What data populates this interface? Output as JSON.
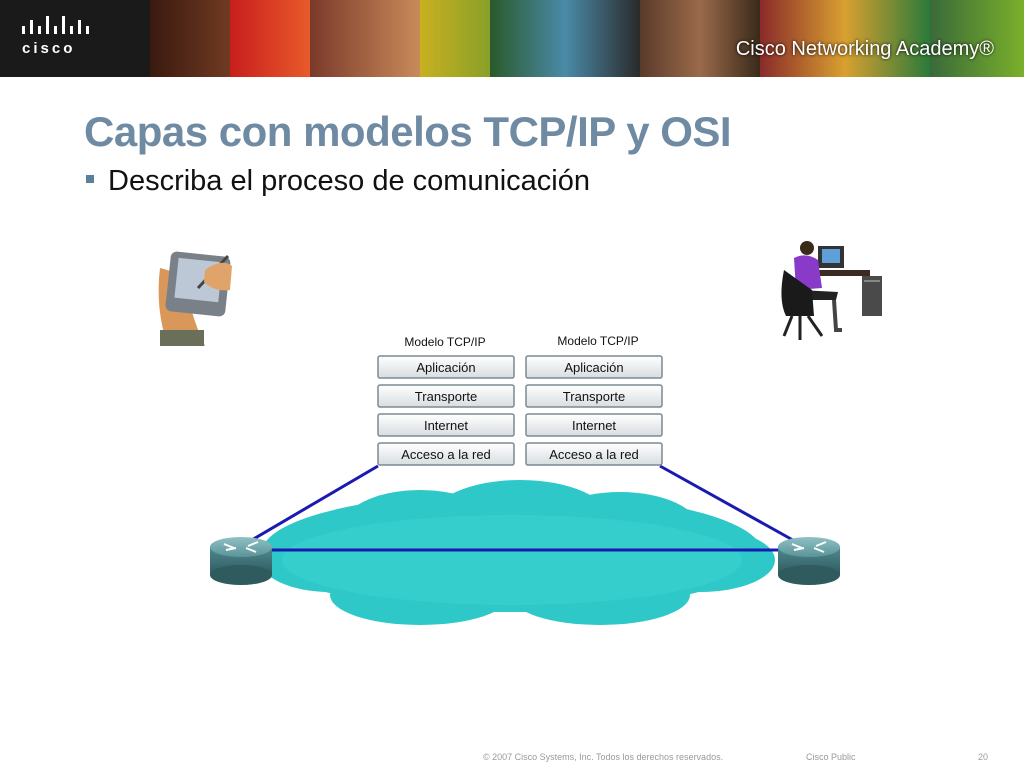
{
  "header": {
    "logo_text": "cisco",
    "academy_label": "Cisco Networking Academy®"
  },
  "slide": {
    "title": "Capas con modelos TCP/IP y OSI",
    "bullet": "Describa el proceso de comunicación"
  },
  "diagram": {
    "left_stack": {
      "heading": "Modelo TCP/IP",
      "layers": [
        "Aplicación",
        "Transporte",
        "Internet",
        "Acceso a la red"
      ]
    },
    "right_stack": {
      "heading": "Modelo TCP/IP",
      "layers": [
        "Aplicación",
        "Transporte",
        "Internet",
        "Acceso a la red"
      ]
    },
    "colors": {
      "cloud": "#2ec8c8",
      "link": "#1a1ab0",
      "router": "#4f8a8f",
      "layer_border": "#7a8a90"
    }
  },
  "footer": {
    "copyright": "© 2007 Cisco Systems, Inc. Todos los derechos reservados.",
    "classification": "Cisco Public",
    "page_number": "20"
  }
}
